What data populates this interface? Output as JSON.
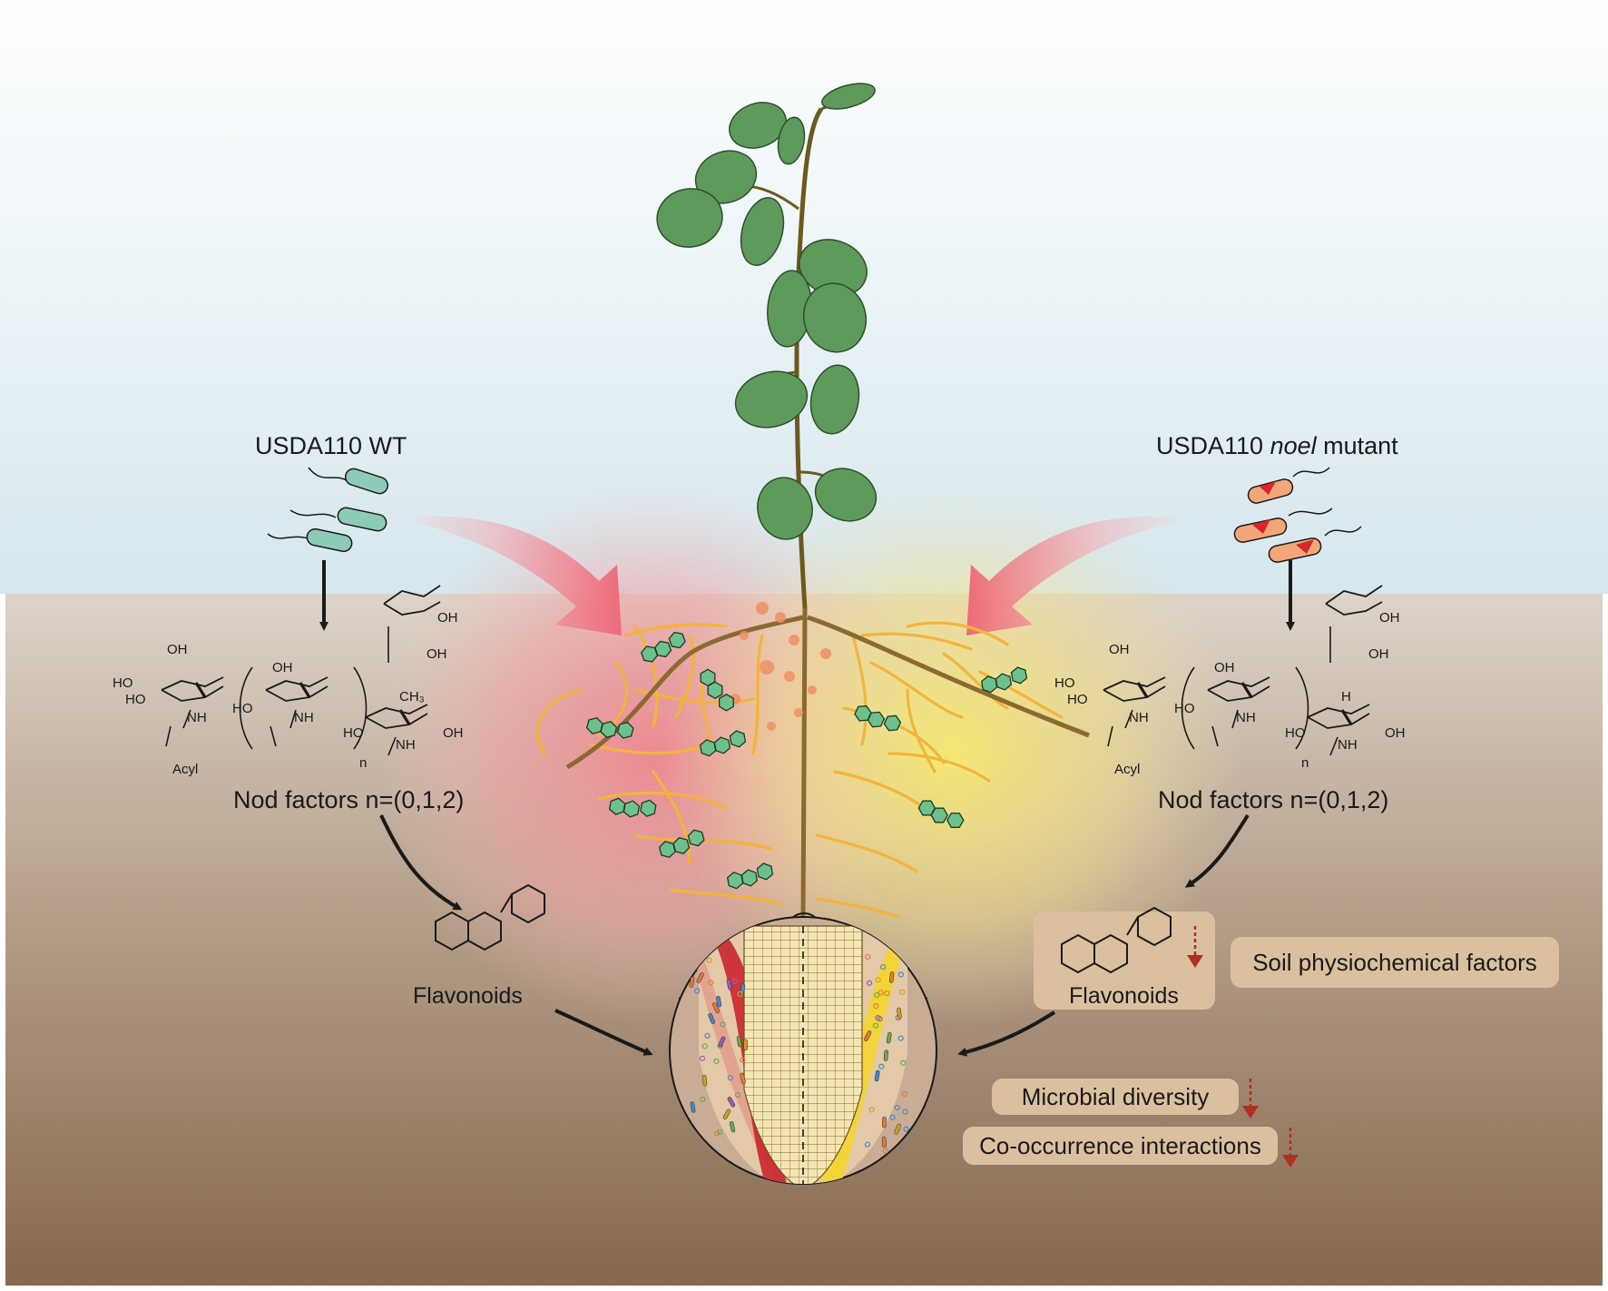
{
  "left_panel": {
    "strain_prefix": "USDA110 WT",
    "nod_factor_label": "Nod factors n=(0,1,2)",
    "flavonoid_label": "Flavonoids",
    "chem_labels": {
      "ho1": "HO",
      "ho2": "HO",
      "oh1": "OH",
      "nh1": "NH",
      "acyl": "Acyl",
      "oh2": "OH",
      "ho3": "HO",
      "nh2": "NH",
      "n": "n",
      "oh3": "OH",
      "oh4": "OH",
      "ch3": "CH₃",
      "ho4": "HO",
      "nh3": "NH",
      "oh5": "OH"
    }
  },
  "right_panel": {
    "strain_prefix": "USDA110",
    "strain_gene": "noel",
    "strain_suffix": "mutant",
    "nod_factor_label": "Nod factors n=(0,1,2)",
    "flavonoid_label": "Flavonoids",
    "chem_labels": {
      "ho1": "HO",
      "ho2": "HO",
      "oh1": "OH",
      "nh1": "NH",
      "acyl": "Acyl",
      "oh2": "OH",
      "ho3": "HO",
      "nh2": "NH",
      "n": "n",
      "oh3": "OH",
      "oh4": "OH",
      "h": "H",
      "ho4": "HO",
      "nh3": "NH",
      "oh5": "OH"
    }
  },
  "effects": {
    "soil": "Soil physiochemical factors",
    "diversity": "Microbial diversity",
    "cooccurrence": "Co-occurrence interactions"
  },
  "colors": {
    "sky_top": "#ffffff",
    "sky_bottom": "#d8e8ef",
    "soil_top": "#ddd3c9",
    "soil_bottom": "#8a6c55",
    "wt_bacteria": "#8ecab8",
    "mutant_bacteria": "#f2a77a",
    "pink_glow": "#f08c96",
    "yellow_glow": "#f5e46a",
    "leaf": "#5e9a5c",
    "root_hair": "#f2b43c",
    "flavonoid_green": "#6ec08c",
    "box_fill": "#dbc0a0",
    "down_arrow": "#b03020"
  }
}
